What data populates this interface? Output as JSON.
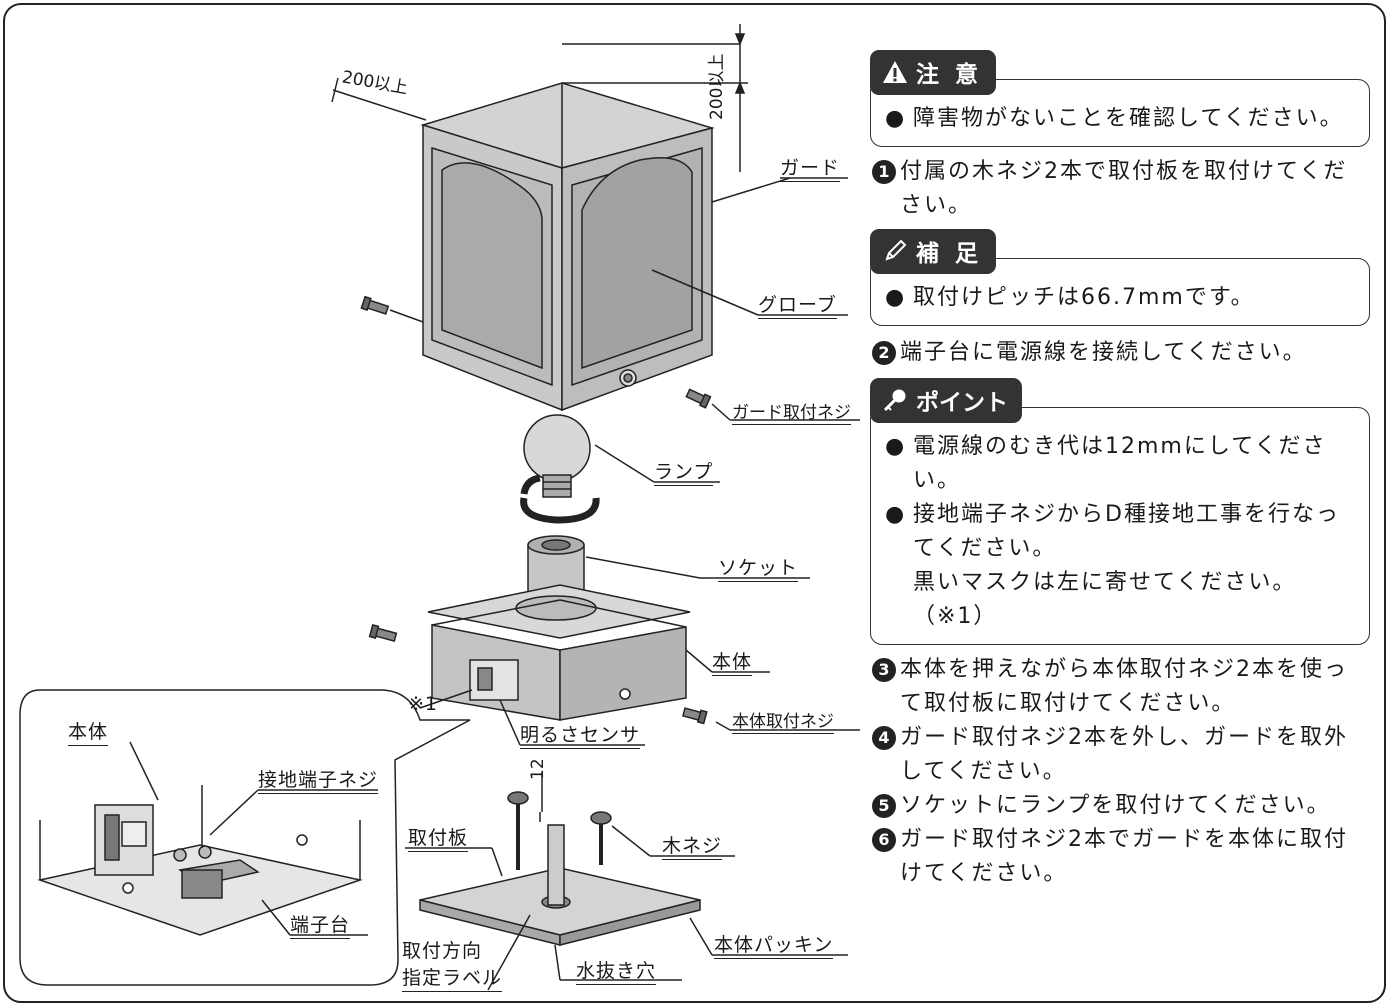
{
  "figure": {
    "dim_left": "200以上",
    "dim_top": "200以上",
    "dim_wire": "12",
    "note_mark": "※1",
    "labels": {
      "guard": "ガード",
      "globe": "グローブ",
      "guard_screw": "ガード取付ネジ",
      "lamp": "ランプ",
      "socket": "ソケット",
      "body": "本体",
      "body_screw": "本体取付ネジ",
      "light_sensor": "明るさセンサ",
      "wood_screw": "木ネジ",
      "mount_plate": "取付板",
      "direction_label_1": "取付方向",
      "direction_label_2": "指定ラベル",
      "drain_hole": "水抜き穴",
      "body_packing": "本体パッキン"
    },
    "inset": {
      "body": "本体",
      "ground_screw": "接地端子ネジ",
      "terminal_block": "端子台"
    }
  },
  "instructions": {
    "caution": {
      "title": "注 意",
      "items": [
        "障害物がないことを確認してください。"
      ]
    },
    "step1": {
      "num": "1",
      "text": "付属の木ネジ2本で取付板を取付けてください。"
    },
    "supplement": {
      "title": "補 足",
      "items": [
        "取付けピッチは66.7mmです。"
      ]
    },
    "step2": {
      "num": "2",
      "text": "端子台に電源線を接続してください。"
    },
    "point": {
      "title": "ポイント",
      "items": [
        "電源線のむき代は12mmにしてください。",
        "接地端子ネジからD種接地工事を行なってください。",
        "黒いマスクは左に寄せてください。（※1）"
      ]
    },
    "steps": [
      {
        "num": "3",
        "text": "本体を押えながら本体取付ネジ2本を使って取付板に取付けてください。"
      },
      {
        "num": "4",
        "text": "ガード取付ネジ2本を外し、ガードを取外してください。"
      },
      {
        "num": "5",
        "text": "ソケットにランプを取付けてください。"
      },
      {
        "num": "6",
        "text": "ガード取付ネジ2本でガードを本体に取付けてください。"
      }
    ]
  }
}
